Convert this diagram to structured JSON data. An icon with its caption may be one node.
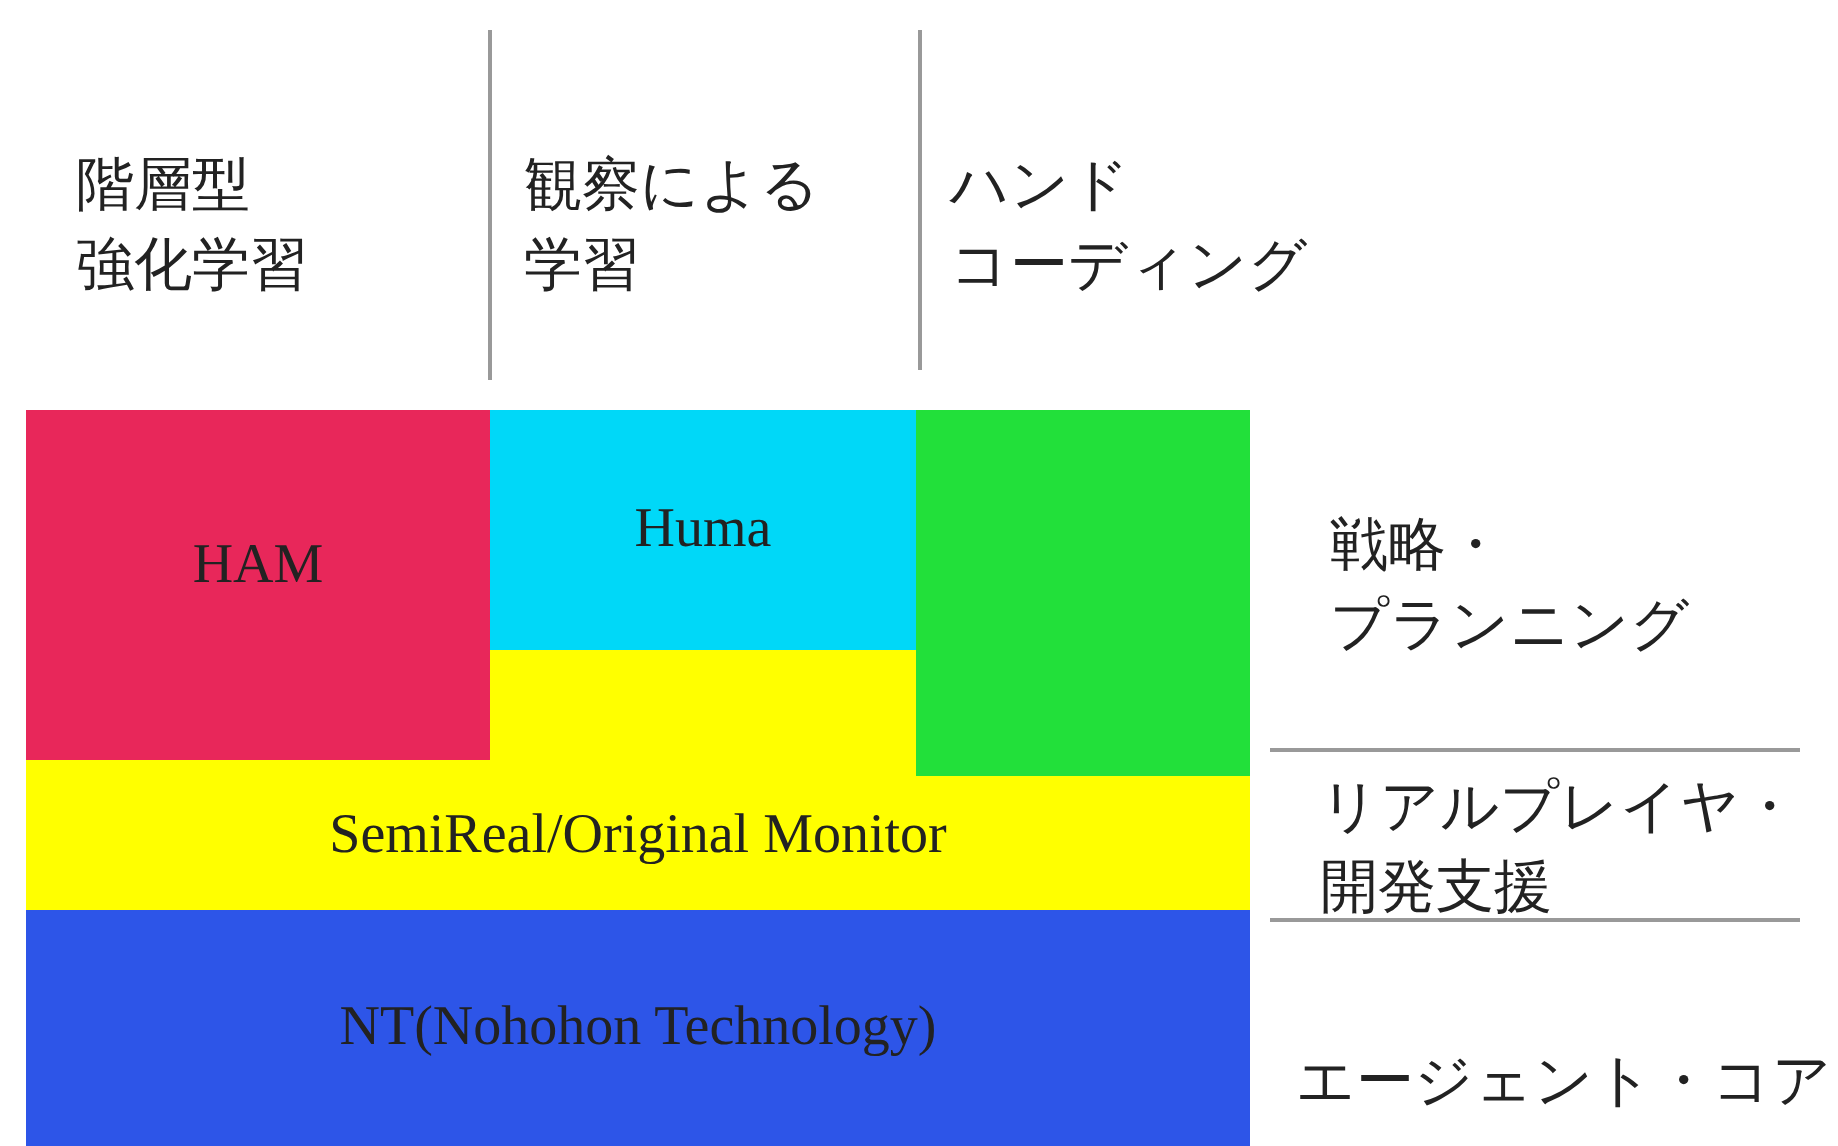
{
  "diagram": {
    "nodes": [
      {
        "text": [
          "HAM"
        ]
      },
      {
        "text": [
          "Huma"
        ]
      },
      {
        "text": [],
        "shape": "box"
      },
      {
        "text": [
          "SemiReal/Original Monitor"
        ]
      },
      {
        "text": [
          "NT(Nohohon Technology)"
        ]
      }
    ],
    "labels": [
      "階層型強化学習",
      "観察による学習",
      "ハンドコーディング",
      "戦略・プランニング",
      "リアルプレイヤ・開発支援",
      "エージェント・コア"
    ]
  }
}
